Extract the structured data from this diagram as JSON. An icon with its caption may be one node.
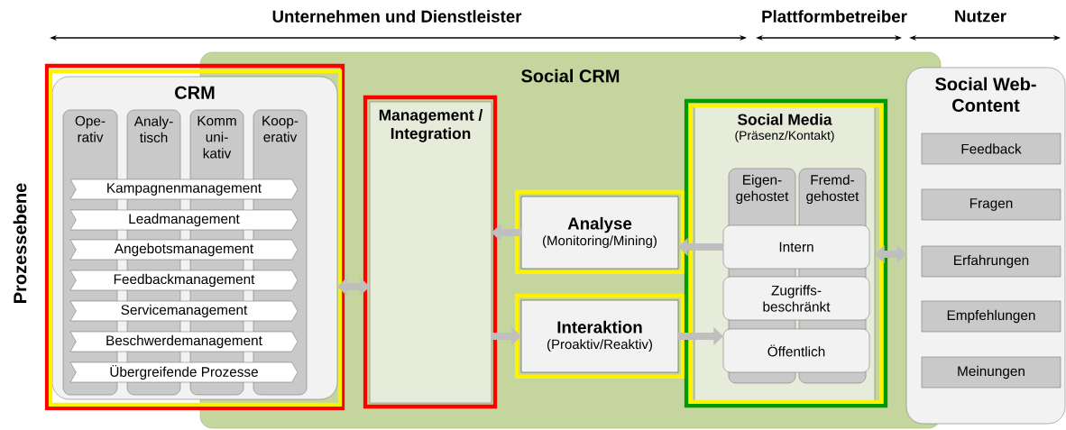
{
  "diagram": {
    "nodes": [
      {
        "text": [
          "Social CRM"
        ]
      },
      {
        "text": [
          "CRM"
        ]
      },
      {
        "text": [
          "Ope- rativ"
        ],
        "in": 1
      },
      {
        "text": [
          "Analy- tisch"
        ],
        "in": 1
      },
      {
        "text": [
          "Komm uni- kativ"
        ],
        "in": 1
      },
      {
        "text": [
          "Koop- erativ"
        ]
      },
      {
        "text": [
          "Kampagnenmanagement"
        ],
        "in": 1
      },
      {
        "text": [
          "Leadmanagement"
        ],
        "in": 1
      },
      {
        "text": [
          "Angebotsmanagement"
        ],
        "in": 1
      },
      {
        "text": [
          "Feedbackmanagement"
        ],
        "in": 1
      },
      {
        "text": [
          "Servicemanagement"
        ],
        "in": 1
      },
      {
        "text": [
          "Beschwerdemanagement"
        ],
        "in": 1
      },
      {
        "text": [
          "Übergreifende Prozesse"
        ],
        "in": 1
      },
      {
        "text": [
          "Management / Integration"
        ],
        "in": 0
      },
      {
        "text": [
          "Analyse",
          "(Monitoring/Mining)"
        ],
        "in": 0
      },
      {
        "text": [
          "Interaktion",
          "(Proaktiv/Reaktiv)"
        ],
        "in": 0
      },
      {
        "text": [
          "Social Media",
          "(Präsenz/Kontakt)"
        ],
        "in": 0
      },
      {
        "text": [
          "Eigen- gehostet"
        ],
        "in": 16
      },
      {
        "text": [
          "Fremd- gehostet"
        ],
        "in": 16
      },
      {
        "text": [
          "Intern"
        ],
        "in": 16
      },
      {
        "text": [
          "Zugriffs- beschränkt"
        ],
        "in": 16
      },
      {
        "text": [
          "Öffentlich"
        ],
        "in": 16
      },
      {
        "text": [
          "Social Web- Content"
        ]
      },
      {
        "text": [
          "Feedback"
        ],
        "in": 22
      },
      {
        "text": [
          "Fragen"
        ],
        "in": 22
      },
      {
        "text": [
          "Erfahrungen"
        ],
        "in": 22
      },
      {
        "text": [
          "Empfehlungen"
        ],
        "in": 22
      },
      {
        "text": [
          "Meinungen"
        ],
        "in": 22
      }
    ],
    "edges": [
      {
        "from": 14,
        "to": 13,
        "arrow": "to"
      },
      {
        "from": 13,
        "to": 1,
        "arrow": "both"
      },
      {
        "from": 13,
        "to": 15,
        "arrow": "to"
      },
      {
        "from": 19,
        "to": 14,
        "arrow": "to"
      },
      {
        "from": 15,
        "to": 21,
        "arrow": "to"
      },
      {
        "from": 16,
        "to": 22,
        "arrow": "both"
      }
    ],
    "labels": [
      "Unternehmen und Dienstleister",
      "Plattformbetreiber",
      "Nutzer",
      "Prozessebene"
    ]
  }
}
